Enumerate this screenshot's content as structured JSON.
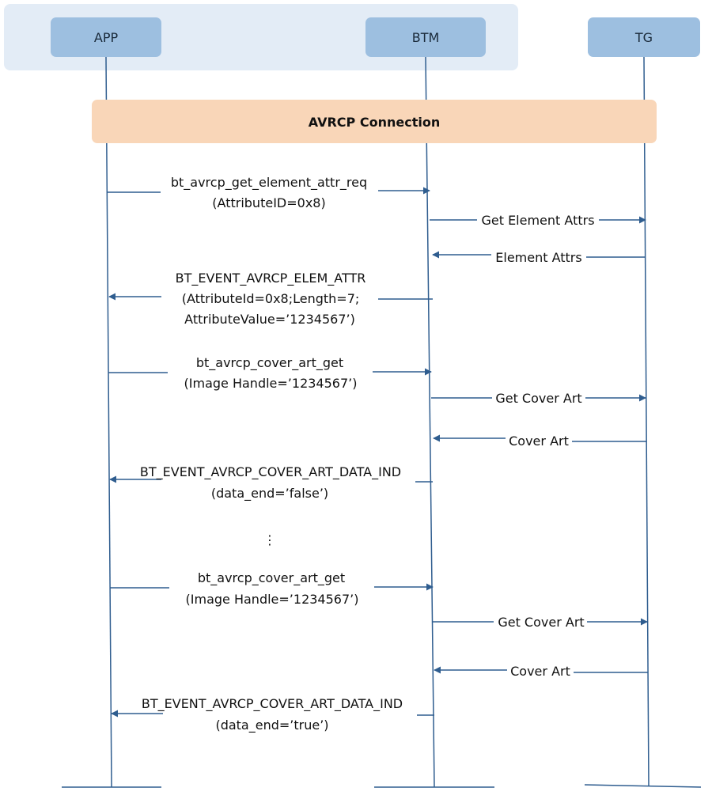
{
  "participants": {
    "app": "APP",
    "btm": "BTM",
    "tg": "TG"
  },
  "connection_label": "AVRCP Connection",
  "messages": {
    "m1": {
      "line1": "bt_avrcp_get_element_attr_req",
      "line2": "(AttributeID=0x8)"
    },
    "m2": {
      "line1": "Get Element Attrs"
    },
    "m3": {
      "line1": "Element Attrs"
    },
    "m4": {
      "line1": "BT_EVENT_AVRCP_ELEM_ATTR",
      "line2": "(AttributeId=0x8;Length=7;",
      "line3": "AttributeValue=’1234567’)"
    },
    "m5": {
      "line1": "bt_avrcp_cover_art_get",
      "line2": "(Image Handle=’1234567’)"
    },
    "m6": {
      "line1": "Get Cover Art"
    },
    "m7": {
      "line1": "Cover Art"
    },
    "m8": {
      "line1": "BT_EVENT_AVRCP_COVER_ART_DATA_IND",
      "line2": "(data_end=’false’)"
    },
    "ellipsis": "⋮",
    "m9": {
      "line1": "bt_avrcp_cover_art_get",
      "line2": "(Image Handle=’1234567’)"
    },
    "m10": {
      "line1": "Get Cover Art"
    },
    "m11": {
      "line1": "Cover Art"
    },
    "m12": {
      "line1": "BT_EVENT_AVRCP_COVER_ART_DATA_IND",
      "line2": "(data_end=’true’)"
    }
  },
  "colors": {
    "line": "#2f5d8f",
    "participant_box": "#9dbfe0",
    "header_panel": "#e3ecf6",
    "connection_box": "#f9d6b8"
  }
}
